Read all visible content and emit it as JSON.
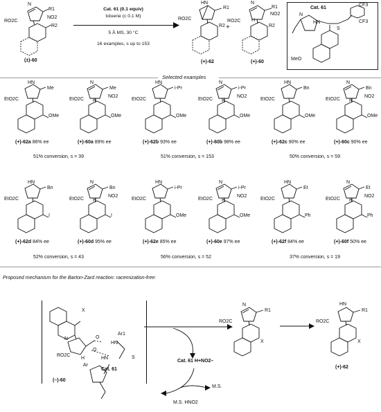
{
  "scheme": {
    "reactant_label": "(±)-60",
    "catalyst_line": "Cat. 61 (0.1 equiv)",
    "solvent_line": "toluene (c 0.1 M)",
    "conditions_line": "5 Å MS, 30 °C",
    "scope_line": "16 examples, s up to 153",
    "product_label": "(+)-62",
    "plus": "+",
    "recovered_label": "(+)-60",
    "catalyst_box_title": "Cat. 61",
    "groups": {
      "ro2c": "RO2C",
      "r1": "R1",
      "r2": "R2",
      "no2": "NO2",
      "nh": "HN",
      "cf3": "CF3",
      "meo": "MeO",
      "n": "N",
      "h": "H",
      "s": "S"
    }
  },
  "selected_header": "Selected examples",
  "examples_row1": [
    {
      "label": "(+)-62a",
      "ee": "86% ee",
      "sub": "Me",
      "ar": "OMe"
    },
    {
      "label": "(+)-60a",
      "ee": "89% ee",
      "sub": "Me",
      "ar": "OMe"
    },
    {
      "label": "(+)-62b",
      "ee": "93% ee",
      "sub": "i-Pr",
      "ar": "OMe"
    },
    {
      "label": "(+)-60b",
      "ee": "98% ee",
      "sub": "i-Pr",
      "ar": "OMe"
    },
    {
      "label": "(+)-62c",
      "ee": "90% ee",
      "sub": "Bn",
      "ar": "OMe"
    },
    {
      "label": "(+)-60c",
      "ee": "90% ee",
      "sub": "Bn",
      "ar": "OMe"
    }
  ],
  "conversions_row1": [
    "51% conversion, s = 39",
    "51% conversion, s = 153",
    "50% conversion, s = 59"
  ],
  "examples_row2": [
    {
      "label": "(+)-62d",
      "ee": "84% ee",
      "sub": "Bn",
      "ar": "I"
    },
    {
      "label": "(+)-60d",
      "ee": "95% ee",
      "sub": "Bn",
      "ar": "I"
    },
    {
      "label": "(+)-62e",
      "ee": "85% ee",
      "sub": "i-Pr",
      "ar": "OMe"
    },
    {
      "label": "(+)-60e",
      "ee": "97% ee",
      "sub": "i-Pr",
      "ar": "OMe"
    },
    {
      "label": "(+)-62f",
      "ee": "84% ee",
      "sub": "Et",
      "ar": "Ph"
    },
    {
      "label": "(+)-60f",
      "ee": "50% ee",
      "sub": "Et",
      "ar": "Ph"
    }
  ],
  "conversions_row2": [
    "52% conversion, s = 43",
    "56% conversion, s = 52",
    "37% conversion, s = 19"
  ],
  "common": {
    "eto2c": "EtO2C",
    "hn": "HN",
    "no2": "NO2",
    "h": "H",
    "me": "Me",
    "n": "N"
  },
  "mechanism": {
    "title": "Proposed mechanism for the Barton-Zard reaction: racemization-free:",
    "reactant_label": "(–)-60",
    "cat_label": "Cat. 61",
    "cat_salt": "Cat. 61 H+NO2–",
    "ms": "M.S.",
    "ms_hno2": "M.S. HNO2",
    "product_label": "(+)-62",
    "groups": {
      "x": "X",
      "ar1": "Ar1",
      "r1": "R1",
      "s": "S",
      "n": "N",
      "h": "H",
      "ro2c": "RO2C",
      "hn": "HN",
      "o": "O",
      "ar": "Ar"
    }
  }
}
